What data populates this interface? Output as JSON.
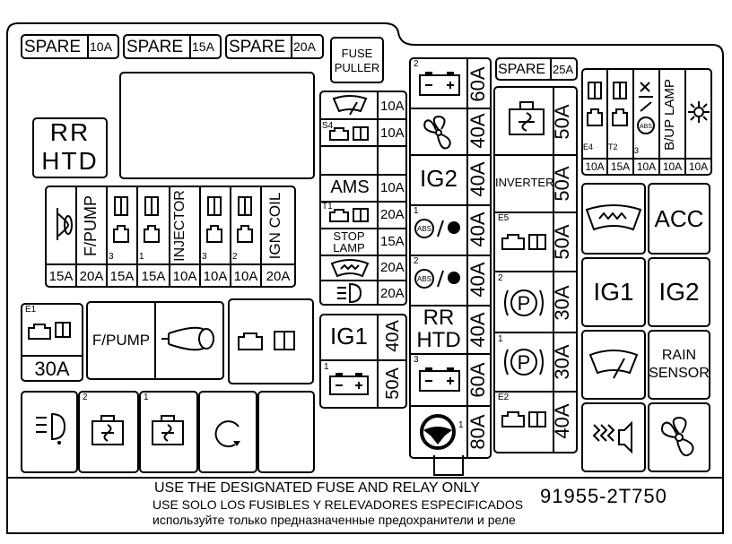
{
  "spare": [
    {
      "label": "SPARE",
      "amp": "10A"
    },
    {
      "label": "SPARE",
      "amp": "15A"
    },
    {
      "label": "SPARE",
      "amp": "20A"
    }
  ],
  "fuse_puller": "FUSE PULLER",
  "rr_htd": {
    "line1": "RR",
    "line2": "HTD"
  },
  "left_fuses": {
    "labels": [
      "F/PUMP",
      "INJECTOR",
      "IGN COIL"
    ],
    "amps": [
      "15A",
      "20A",
      "15A",
      "15A",
      "10A",
      "10A",
      "10A",
      "20A"
    ],
    "nums": [
      "3",
      "1",
      "3",
      "2"
    ]
  },
  "e1": {
    "tag": "E1",
    "amp": "30A"
  },
  "fpump_relay": "F/PUMP",
  "bottom_nums": [
    "2",
    "1"
  ],
  "mid_fuses": {
    "amps": [
      "10A",
      "10A",
      "10A",
      "20A",
      "15A",
      "20A",
      "20A"
    ],
    "labels": {
      "s4": "S4",
      "ams": "AMS",
      "t1": "T1",
      "stop1": "STOP",
      "stop2": "LAMP"
    }
  },
  "ig1_block": {
    "label": "IG1",
    "amp1": "40A",
    "amp2": "50A",
    "num": "1"
  },
  "center_col": {
    "nums": [
      "2",
      "1",
      "2",
      "3",
      "1"
    ],
    "amps": [
      "60A",
      "40A",
      "40A",
      "40A",
      "40A",
      "40A",
      "60A",
      "80A"
    ],
    "ig2": "IG2",
    "rrhtd1": "RR",
    "rrhtd2": "HTD"
  },
  "right_col": {
    "spare": "SPARE",
    "spare_amp": "25A",
    "inverter": "INVERTER",
    "amps": [
      "50A",
      "50A",
      "50A",
      "30A",
      "30A",
      "40A"
    ],
    "e5": "E5",
    "e2": "E2",
    "nums": [
      "2",
      "1"
    ]
  },
  "top_right": {
    "labels": [
      "B/UP LAMP"
    ],
    "tags": [
      "E4",
      "T2",
      "3"
    ],
    "amps": [
      "10A",
      "15A",
      "10A",
      "10A",
      "10A"
    ]
  },
  "relays": {
    "acc": "ACC",
    "ig1": "IG1",
    "ig2": "IG2",
    "rain1": "RAIN",
    "rain2": "SENSOR"
  },
  "footer": {
    "en": "USE THE DESIGNATED FUSE AND RELAY ONLY",
    "es": "USE SOLO LOS FUSIBLES Y RELEVADORES ESPECIFICADOS",
    "ru": "используйте только предназначенные предохранители и реле",
    "part": "91955-2T750"
  },
  "icons": [
    "horn-icon",
    "engine-icon",
    "manual-icon",
    "fan-icon",
    "battery-icon",
    "wiper-icon",
    "abs-icon",
    "parking-brake-icon",
    "steering-wheel-icon",
    "defrost-icon",
    "headlamp-icon",
    "snowflake-icon",
    "speaker-icon",
    "recirculation-icon"
  ]
}
